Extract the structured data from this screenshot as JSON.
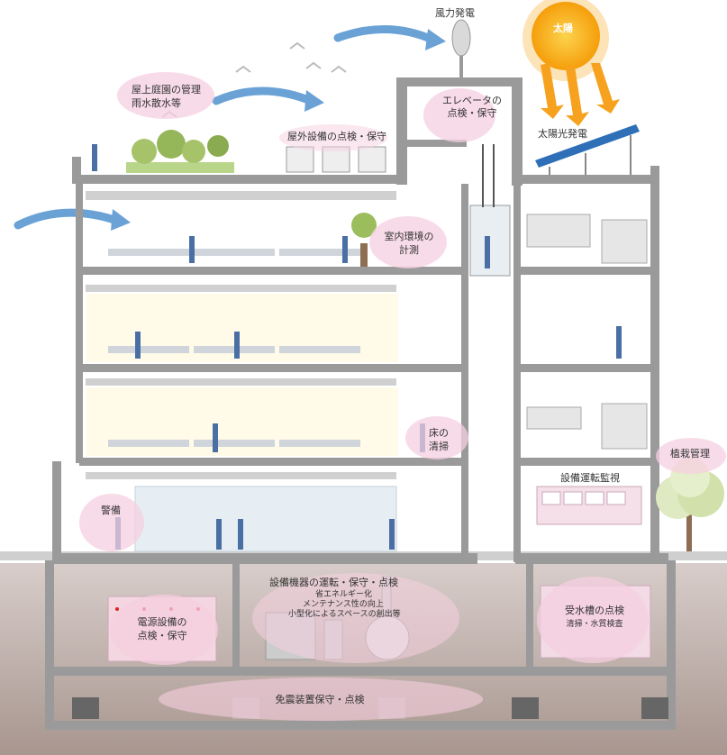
{
  "labels": {
    "wind_power": "風力発電",
    "sun": "太陽",
    "solar_power": "太陽光発電",
    "rooftop_garden_1": "屋上庭園の管理",
    "rooftop_garden_2": "雨水散水等",
    "outdoor_equipment": "屋外設備の点検・保守",
    "elevator_1": "エレベータの",
    "elevator_2": "点検・保守",
    "indoor_env_1": "室内環境の",
    "indoor_env_2": "計測",
    "floor_cleaning_1": "床の",
    "floor_cleaning_2": "清掃",
    "facility_monitor": "設備運転監視",
    "planting": "植栽管理",
    "security": "警備",
    "equipment_ops": "設備機器の運転・保守・点検",
    "energy_saving": "省エネルギー化",
    "maintainability": "メンテナンス性の向上",
    "compact": "小型化によるスペースの創出等",
    "power_1": "電源設備の",
    "power_2": "点検・保守",
    "water_tank_1": "受水槽の点検",
    "water_tank_2": "清掃・水質検査",
    "seismic": "免震装置保守・点検"
  },
  "colors": {
    "wall": "#9a9a9a",
    "slab": "#8c8c8c",
    "accent_pink": "#f6cfe0",
    "sky_arrow": "#6aa2d6",
    "sun": "#f6a21e",
    "ground": "#b9a9a4"
  }
}
